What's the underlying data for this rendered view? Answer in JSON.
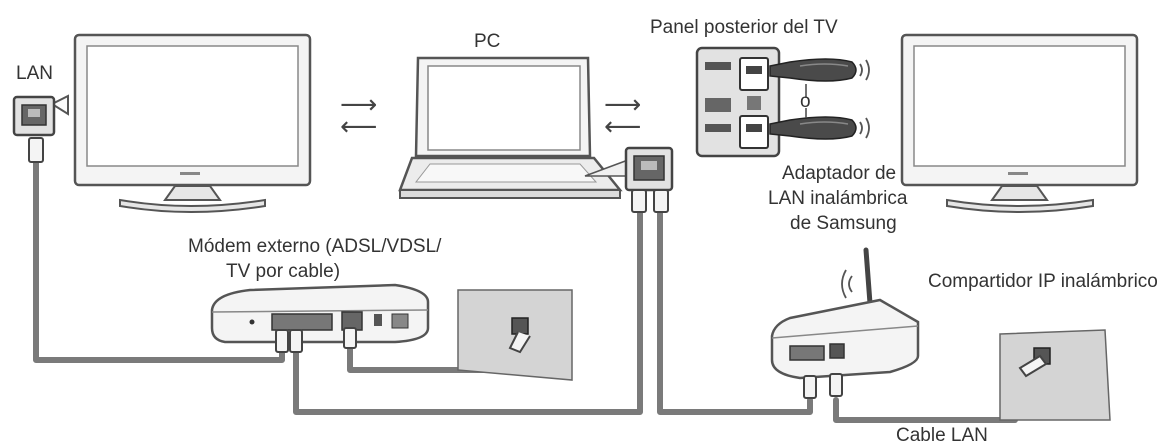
{
  "labels": {
    "lan": "LAN",
    "pc": "PC",
    "tv_rear_panel": "Panel posterior del TV",
    "or": "o",
    "wireless_adapter_1": "Adaptador de",
    "wireless_adapter_2": "LAN inalámbrica",
    "wireless_adapter_3": "de Samsung",
    "modem_1": "Módem externo (ADSL/VDSL/",
    "modem_2": "TV por cable)",
    "ip_sharer": "Compartidor IP inalámbrico",
    "lan_cable": "Cable LAN"
  },
  "colors": {
    "device_outline": "#555555",
    "device_fill": "#f4f4f4",
    "screen_fill": "#ffffff",
    "cable": "#777777",
    "wall": "#cfcfcf"
  }
}
